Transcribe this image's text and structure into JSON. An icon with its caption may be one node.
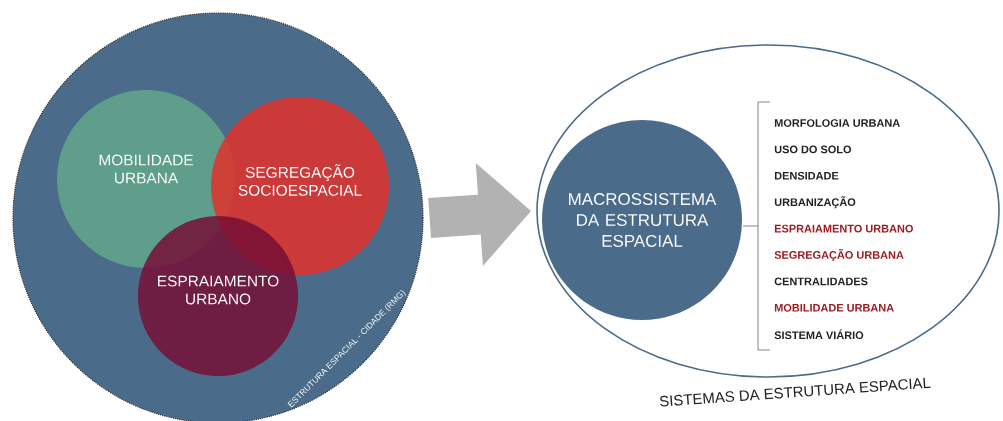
{
  "diagram": {
    "nodes": [
      {
        "text": [
          "ESTRUTURA ESPACIAL - CIDADE (RMG)"
        ]
      },
      {
        "text": [
          "MOBILIDADE URBANA"
        ],
        "in": 0
      },
      {
        "text": [
          "SEGREGAÇÃO SOCIOESPACIAL"
        ],
        "in": 0
      },
      {
        "text": [
          "ESPRAIAMENTO URBANO"
        ],
        "in": 0
      },
      {
        "text": [
          "SISTEMAS DA ESTRUTURA ESPACIAL"
        ]
      },
      {
        "text": [
          "MACROSSISTEMA DA ESTRUTURA ESPACIAL"
        ],
        "in": 4
      }
    ],
    "edges": [
      {
        "from": 0,
        "to": 4,
        "arrow": "to"
      }
    ],
    "labels": [
      "MORFOLOGIA URBANA",
      "USO DO SOLO",
      "DENSIDADE",
      "URBANIZAÇÃO",
      "ESPRAIAMENTO URBANO",
      "SEGREGAÇÃO URBANA",
      "CENTRALIDADES",
      "MOBILIDADE URBANA",
      "SISTEMA VIÁRIO"
    ]
  }
}
